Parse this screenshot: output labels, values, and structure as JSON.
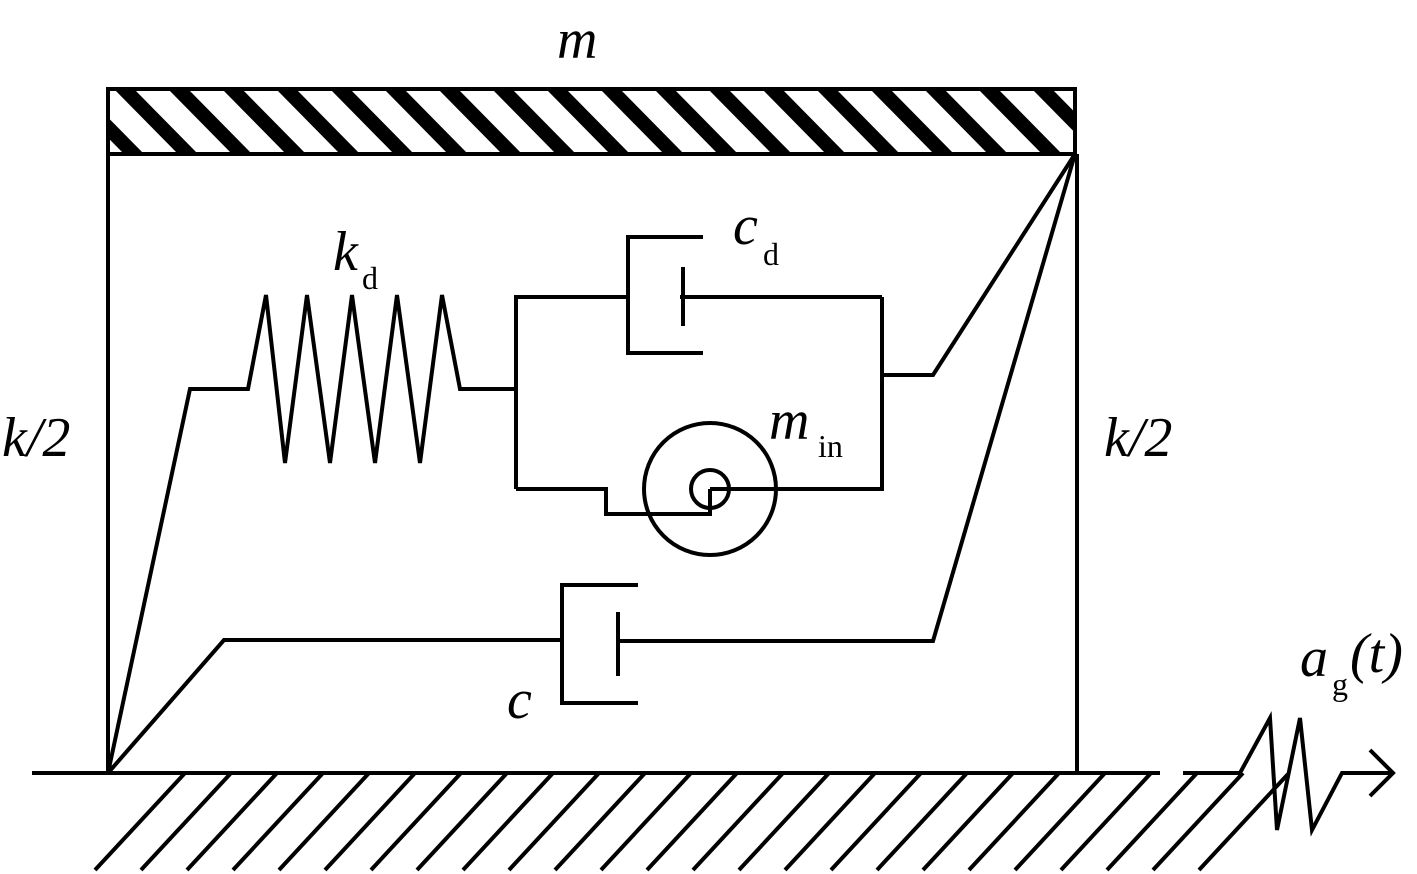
{
  "labels": {
    "mass": "m",
    "spring_left": "k/2",
    "spring_right": "k/2",
    "damper_kd_main": "k",
    "damper_kd_sub": "d",
    "damper_cd_main": "c",
    "damper_cd_sub": "d",
    "inerter_main": "m",
    "inerter_sub": "in",
    "damper_c": "c",
    "ground_accel_main": "a",
    "ground_accel_sub": "g",
    "ground_accel_arg": "(t)"
  }
}
